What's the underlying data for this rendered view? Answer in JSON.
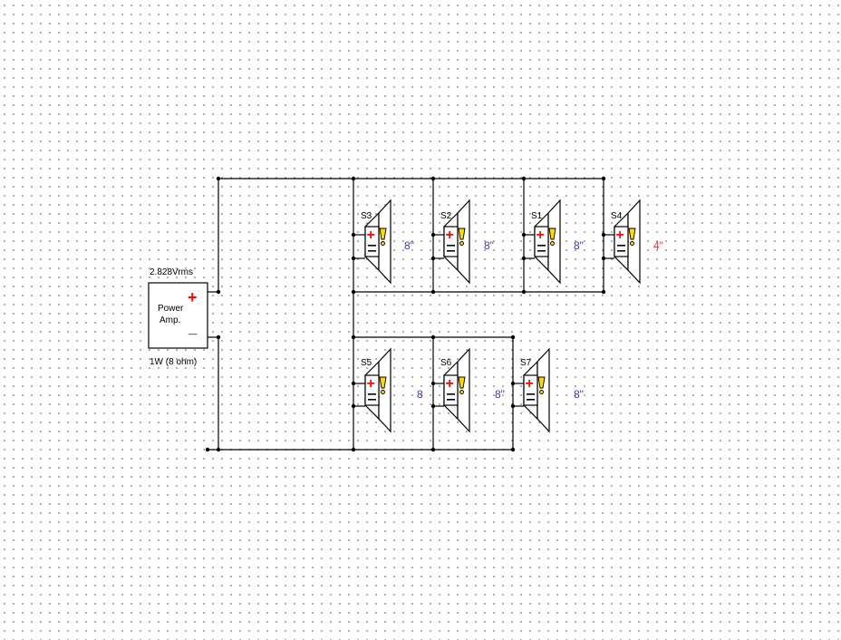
{
  "colors": {
    "wire": "#000000",
    "plus": "#ff0000",
    "warning": "#ffd800",
    "size_normal": "#3a3ac8",
    "size_alert": "#ff2a2a"
  },
  "amplifier": {
    "voltage": "2.828Vrms",
    "name_line1": "Power",
    "name_line2": "Amp.",
    "plus_symbol": "+",
    "minus_symbol": "_",
    "power_rating": "1W (8 ohm)"
  },
  "speakers": [
    {
      "id": "S3",
      "size": "8\"",
      "size_color": "#3a3ac8"
    },
    {
      "id": "S2",
      "size": "8\"",
      "size_color": "#3a3ac8"
    },
    {
      "id": "S1",
      "size": "8\"",
      "size_color": "#3a3ac8"
    },
    {
      "id": "S4",
      "size": "4\"",
      "size_color": "#ff2a2a"
    },
    {
      "id": "S5",
      "size": "8",
      "size_color": "#3a3ac8"
    },
    {
      "id": "S6",
      "size": "8\"",
      "size_color": "#3a3ac8"
    },
    {
      "id": "S7",
      "size": "8\"",
      "size_color": "#3a3ac8"
    }
  ]
}
